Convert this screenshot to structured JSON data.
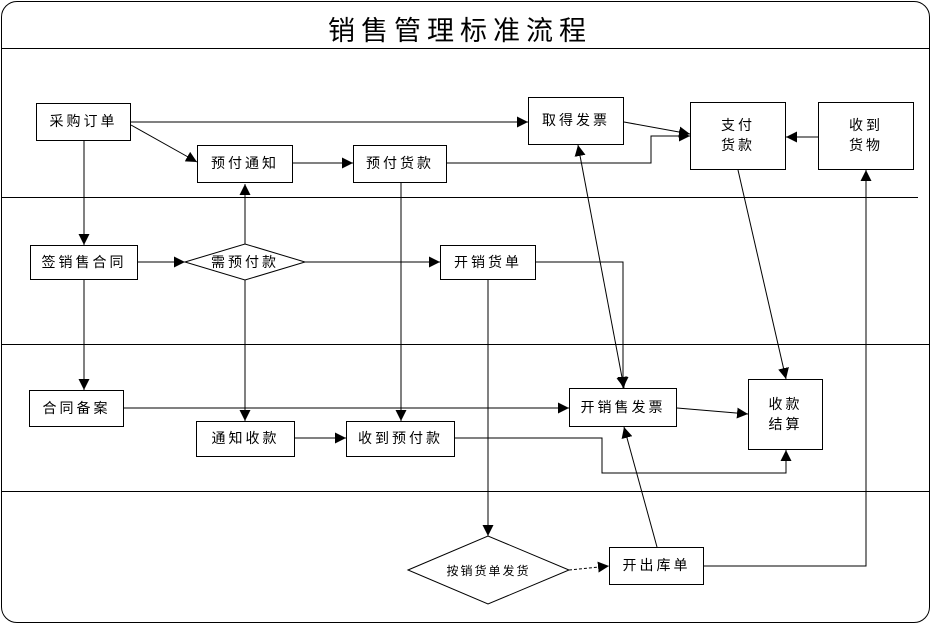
{
  "title": "销售管理标准流程",
  "nodes": {
    "purchase_order": "采购订单",
    "prepay_notice": "预付通知",
    "prepay_goods": "预付货款",
    "get_invoice": "取得发票",
    "pay_goods": "支付\n货款",
    "receive_goods": "收到\n货物",
    "sign_contract": "签销售合同",
    "need_prepay": "需预付款",
    "open_sales_bill": "开销货单",
    "contract_filing": "合同备案",
    "notice_collect": "通知收款",
    "receive_prepay": "收到预付款",
    "open_sales_invoice": "开销售发票",
    "settlement": "收款\n结算",
    "ship_by_bill": "按销货单发货",
    "open_outbound": "开出库单"
  }
}
